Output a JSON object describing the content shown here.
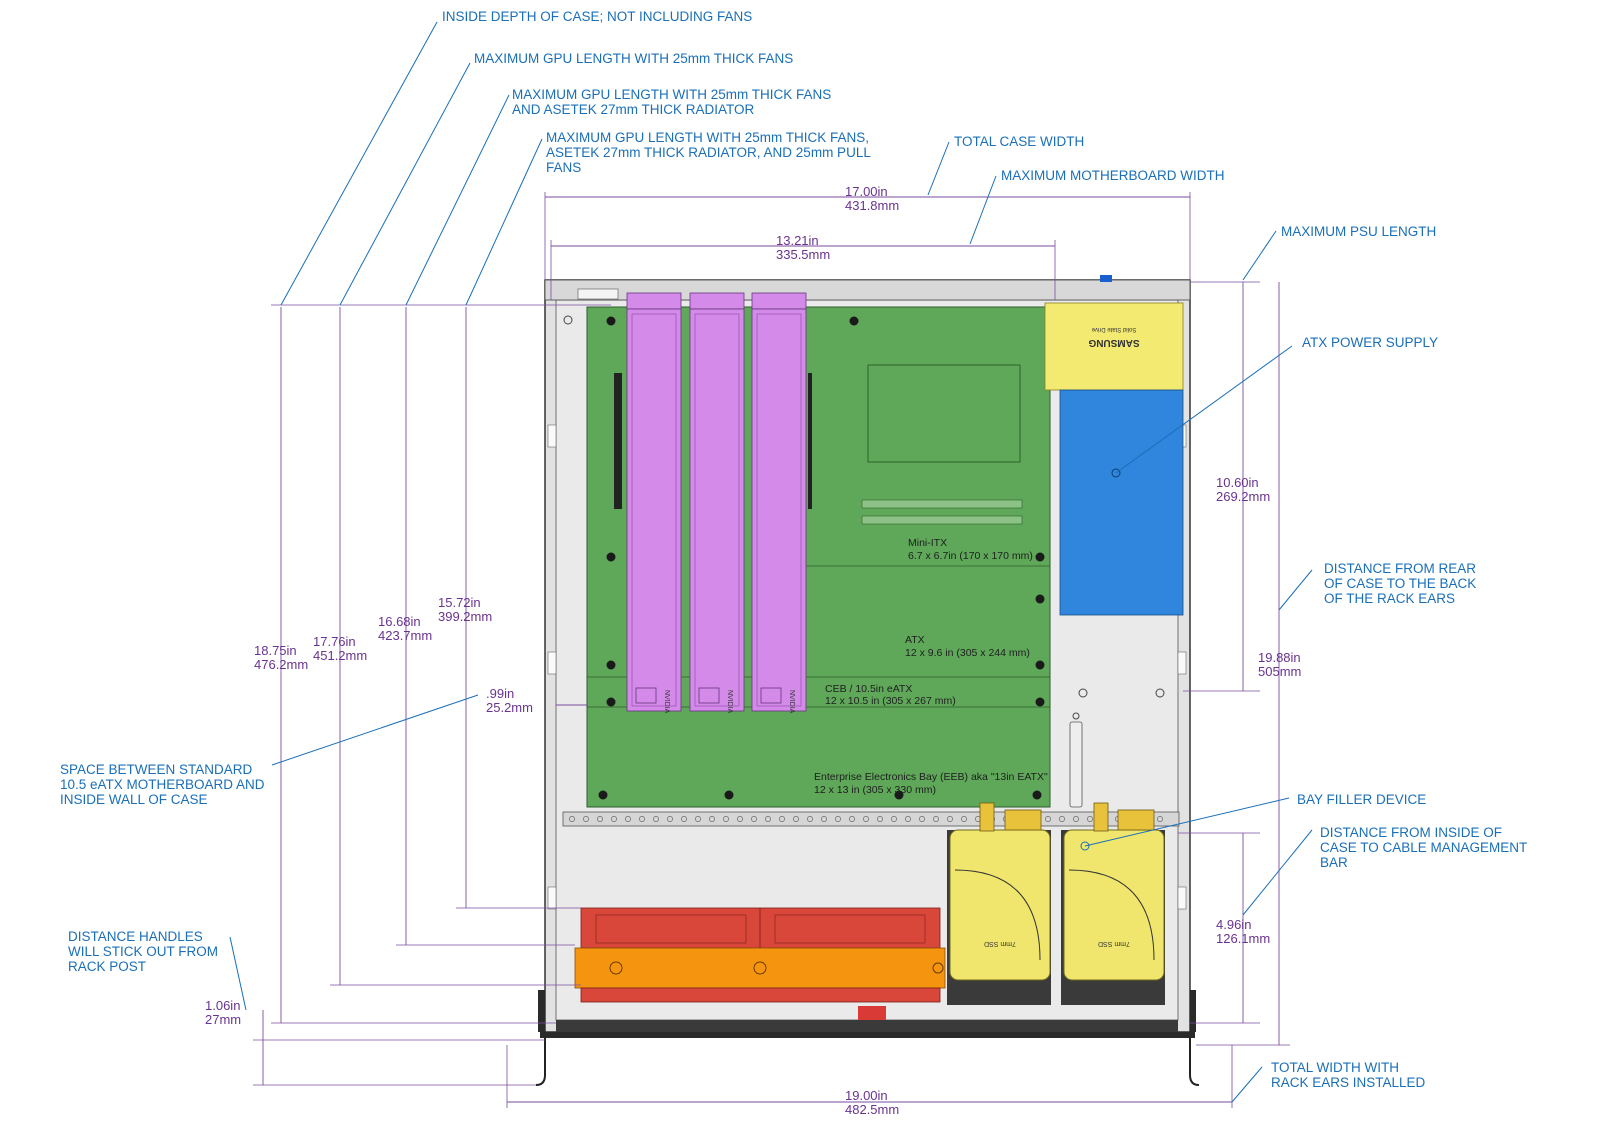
{
  "callouts": {
    "inside_depth": "INSIDE DEPTH OF CASE; NOT INCLUDING FANS",
    "gpu_25": "MAXIMUM GPU LENGTH WITH 25mm THICK FANS",
    "gpu_27_l1": "MAXIMUM GPU LENGTH WITH 25mm THICK FANS",
    "gpu_27_l2": "AND ASETEK 27mm THICK RADIATOR",
    "gpu_pull_l1": "MAXIMUM GPU LENGTH WITH 25mm THICK FANS,",
    "gpu_pull_l2": "ASETEK 27mm THICK RADIATOR, AND 25mm PULL",
    "gpu_pull_l3": "FANS",
    "total_width": "TOTAL CASE WIDTH",
    "max_mb_width": "MAXIMUM MOTHERBOARD WIDTH",
    "max_psu": "MAXIMUM PSU LENGTH",
    "atx_psu": "ATX POWER SUPPLY",
    "rear_l1": "DISTANCE FROM REAR",
    "rear_l2": "OF CASE TO THE BACK",
    "rear_l3": "OF THE RACK EARS",
    "space_l1": "SPACE BETWEEN STANDARD",
    "space_l2": "10.5 eATX MOTHERBOARD AND",
    "space_l3": "INSIDE WALL OF CASE",
    "bay_filler": "BAY FILLER DEVICE",
    "cable_l1": "DISTANCE FROM INSIDE OF",
    "cable_l2": "CASE TO CABLE MANAGEMENT",
    "cable_l3": "BAR",
    "handles_l1": "DISTANCE HANDLES",
    "handles_l2": "WILL STICK OUT FROM",
    "handles_l3": "RACK POST",
    "ears_l1": "TOTAL WIDTH WITH",
    "ears_l2": "RACK EARS INSTALLED"
  },
  "dimensions": {
    "d1875_in": "18.75in",
    "d1875_mm": "476.2mm",
    "d1776_in": "17.76in",
    "d1776_mm": "451.2mm",
    "d1668_in": "16.68in",
    "d1668_mm": "423.7mm",
    "d1572_in": "15.72in",
    "d1572_mm": "399.2mm",
    "d1700_in": "17.00in",
    "d1700_mm": "431.8mm",
    "d1321_in": "13.21in",
    "d1321_mm": "335.5mm",
    "d1060_in": "10.60in",
    "d1060_mm": "269.2mm",
    "d1988_in": "19.88in",
    "d1988_mm": "505mm",
    "d099_in": ".99in",
    "d099_mm": "25.2mm",
    "d496_in": "4.96in",
    "d496_mm": "126.1mm",
    "d106_in": "1.06in",
    "d106_mm": "27mm",
    "d1900_in": "19.00in",
    "d1900_mm": "482.5mm"
  },
  "board_labels": {
    "miniitx_name": "Mini-ITX",
    "miniitx_size": "6.7 x 6.7in (170 x 170 mm)",
    "atx_name": "ATX",
    "atx_size": "12 x 9.6 in (305 x 244 mm)",
    "ceb_name": "CEB / 10.5in eATX",
    "ceb_size": "12 x 10.5 in (305 x 267 mm)",
    "eeb_name": "Enterprise Electronics Bay (EEB) aka \"13in EATX\"",
    "eeb_size": "12 x 13 in (305 x 330 mm)"
  },
  "component_text": {
    "psu_brand": "SAMSUNG",
    "psu_model": "Solid State Drive",
    "ssd_label": "7mm SSD",
    "gpu_brand": "NVIDIA"
  },
  "colors": {
    "callout": "#1a6fb8",
    "dimension": "#6a3391",
    "motherboard": "#5fa85a",
    "gpu": "#d38ae8",
    "psu": "#2f86dc",
    "psu_label": "#f3ea72",
    "fan": "#d9473a",
    "radiator": "#f5940f",
    "bay_device": "#f0e66e"
  }
}
